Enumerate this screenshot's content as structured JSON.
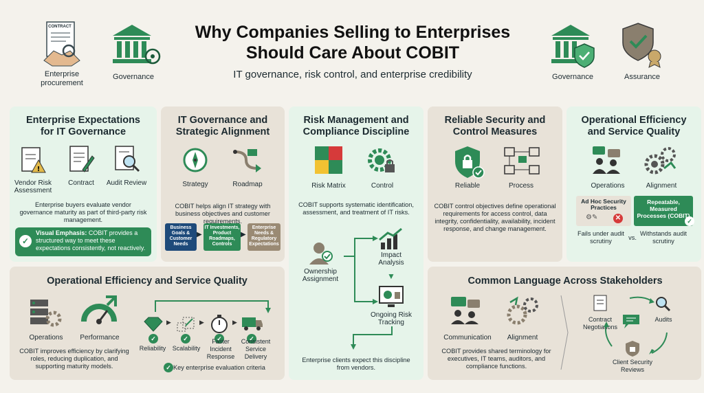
{
  "header": {
    "title_line1": "Why Companies Selling to Enterprises",
    "title_line2": "Should Care About COBIT",
    "subtitle": "IT governance, risk control, and enterprise credibility",
    "contract_label": "CONTRACT",
    "left_icons": [
      "Enterprise",
      "procurement",
      "Governance"
    ],
    "right_icons": [
      "Governance",
      "Assurance"
    ]
  },
  "expectations": {
    "title": "Enterprise Expectations for IT Governance",
    "icons": [
      "Vendor Risk Assessment",
      "Contract",
      "Audit Review"
    ],
    "text": "Enterprise buyers evaluate vendor governance maturity as part of third-party risk management.",
    "emphasis_label": "Visual Emphasis:",
    "emphasis_text": "COBIT provides a structured way to meet these expectations consistently, not reactively."
  },
  "governance": {
    "title": "IT Governance and Strategic Alignment",
    "icons": [
      "Strategy",
      "Roadmap"
    ],
    "text": "COBIT helps align IT strategy with business objectives and customer requirements.",
    "flow": [
      "Business Goals & Customer Needs",
      "IT Investments, Product Roadmaps, Controls",
      "Enterprise Needs & Regulatory Expectations"
    ]
  },
  "risk": {
    "title": "Risk Management and Compliance Discipline",
    "icons": [
      "Risk Matrix",
      "Control"
    ],
    "text": "COBIT supports systematic identification, assessment, and treatment of IT risks.",
    "flow": [
      "Ownership Assignment",
      "Impact Analysis",
      "Ongoing Risk Tracking"
    ],
    "footer": "Enterprise clients expect this discipline from vendors."
  },
  "security": {
    "title": "Reliable Security and Control Measures",
    "icons": [
      "Reliable",
      "Process"
    ],
    "text": "COBIT control objectives define operational requirements for access control, data integrity, confidentiality, availability, incident response, and change management."
  },
  "opq_small": {
    "title": "Operational Efficiency and Service Quality",
    "icons": [
      "Operations",
      "Alignment"
    ],
    "compare_left": "Ad Hoc Security Practices",
    "compare_right": "Repeatable, Measured Processes (COBIT)",
    "result_left": "Fails under audit scrutiny",
    "vs": "vs.",
    "result_right": "Withstands audit scrutiny"
  },
  "opq_large": {
    "title": "Operational Efficiency and Service Quality",
    "icons": [
      "Operations",
      "Performance"
    ],
    "text": "COBIT improves efficiency by clarifying roles, reducing duplication, and supporting maturity models.",
    "flow": [
      "Reliability",
      "Scalability",
      "Faster Incident Response",
      "Consistent Service Delivery"
    ],
    "criteria": "Key enterprise evaluation criteria"
  },
  "language": {
    "title": "Common Language Across Stakeholders",
    "icons": [
      "Communication",
      "Alignment"
    ],
    "text": "COBIT provides shared terminology for executives, IT teams, auditors, and compliance functions.",
    "cycle": [
      "Contract Negotiations",
      "Audits",
      "Client Security Reviews"
    ]
  },
  "colors": {
    "accent_green": "#2e8b57",
    "card_green": "#e6f4ea",
    "card_beige": "#e8e2d8",
    "dark": "#1c2a30"
  }
}
